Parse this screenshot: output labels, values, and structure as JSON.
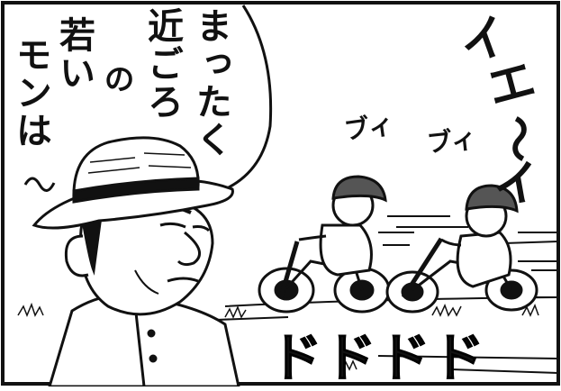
{
  "speech_balloon": {
    "columns": [
      "まったく",
      "近ごろ",
      "の",
      "若い",
      "モンは"
    ]
  },
  "sfx": {
    "shout": [
      "イ",
      "エ",
      "〜",
      "イ"
    ],
    "engine_1": "ブィ",
    "engine_2": "ブィ",
    "rumble": "ドドドド"
  },
  "colors": {
    "ink": "#111111",
    "paper": "#ffffff",
    "helmet_tone": "#555555"
  }
}
